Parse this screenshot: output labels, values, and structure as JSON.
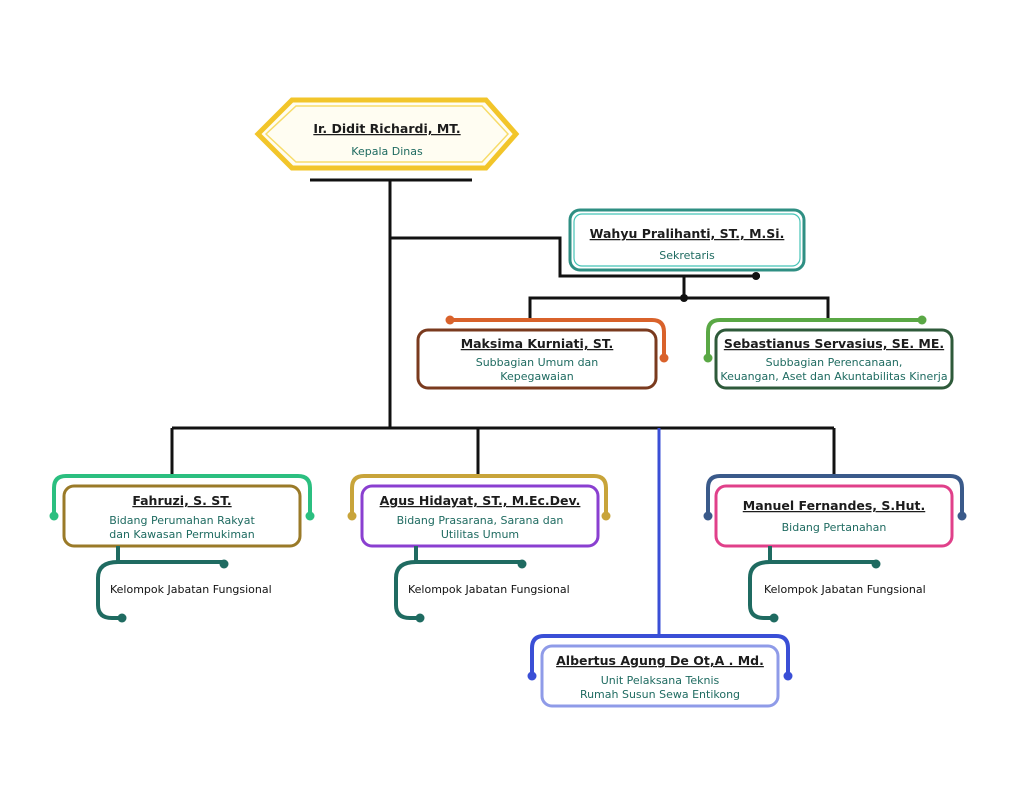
{
  "head": {
    "name": "Ir. Didit Richardi, MT.",
    "role": "Kepala Dinas"
  },
  "secretary": {
    "name": "Wahyu Pralihanti, ST., M.Si.",
    "role": "Sekretaris"
  },
  "subbagian": [
    {
      "name": "Maksima Kurniati, ST.",
      "role_lines": [
        "Subbagian Umum dan",
        "Kepegawaian"
      ]
    },
    {
      "name": "Sebastianus Servasius, SE. ME.",
      "role_lines": [
        "Subbagian Perencanaan,",
        "Keuangan, Aset dan Akuntabilitas Kinerja"
      ]
    }
  ],
  "bidang": [
    {
      "name": "Fahruzi, S. ST.",
      "role_lines": [
        "Bidang Perumahan Rakyat",
        "dan Kawasan Permukiman"
      ],
      "fungsional": "Kelompok Jabatan Fungsional"
    },
    {
      "name": "Agus Hidayat, ST., M.Ec.Dev.",
      "role_lines": [
        "Bidang Prasarana, Sarana dan",
        "Utilitas Umum"
      ],
      "fungsional": "Kelompok Jabatan Fungsional"
    },
    {
      "name": "Manuel Fernandes, S.Hut.",
      "role_lines": [
        "Bidang Pertanahan"
      ],
      "fungsional": "Kelompok Jabatan Fungsional"
    }
  ],
  "upt": {
    "name": "Albertus Agung De Ot,A . Md.",
    "role_lines": [
      "Unit Pelaksana Teknis",
      "Rumah Susun Sewa Entikong"
    ]
  },
  "colors": {
    "head": "#f2c52a",
    "secretary": "#2f8f83",
    "subbag_umum": "#d9622b",
    "subbag_perencanaan": "#5aa845",
    "bidang_perumahan": "#2bbf80",
    "bidang_prasarana": "#8a3fd0",
    "bidang_pertanahan": "#e0408a",
    "upt": "#3a4fd6",
    "fungsional": "#1f6b61"
  }
}
